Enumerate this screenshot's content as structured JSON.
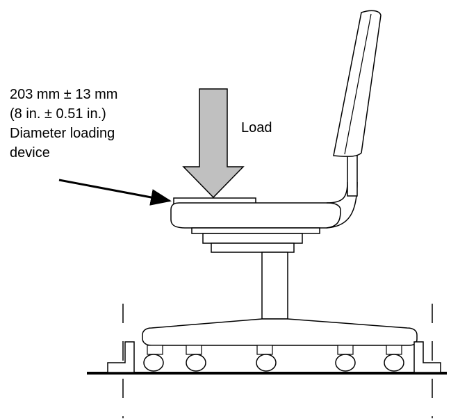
{
  "labels": {
    "diameter_line1": "203 mm ± 13 mm",
    "diameter_line2": "(8 in. ± 0.51 in.)",
    "diameter_line3": "Diameter loading",
    "diameter_line4": "device",
    "load": "Load"
  },
  "colors": {
    "stroke": "#000000",
    "arrow_fill": "#c0c0c0",
    "background": "#ffffff"
  }
}
